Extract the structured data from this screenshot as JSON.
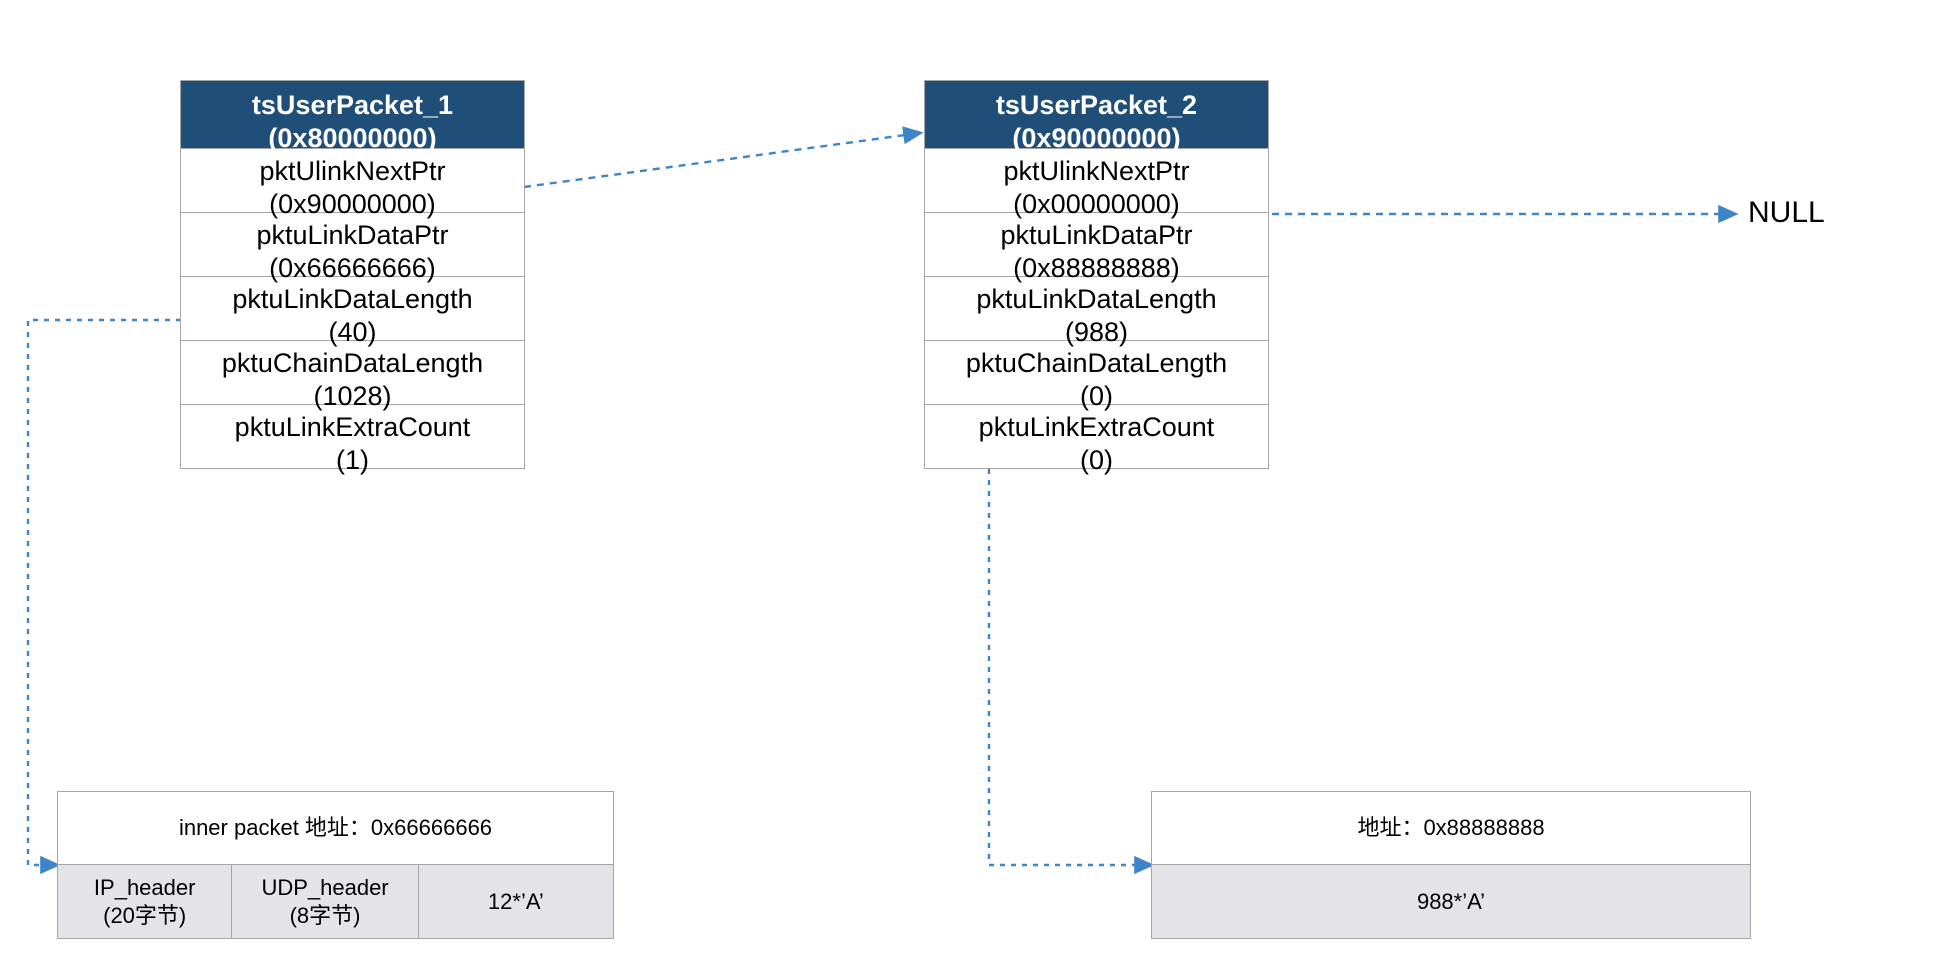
{
  "diagram": {
    "accent_color": "#3d85c8",
    "header_color": "#1f4e79",
    "cell_fill_color": "#e3e3e8",
    "border_color": "#a6a6a6"
  },
  "packet1": {
    "title": "tsUserPacket_1",
    "address": "(0x80000000)",
    "fields": [
      {
        "name": "pktUlinkNextPtr",
        "value": "(0x90000000)"
      },
      {
        "name": "pktuLinkDataPtr",
        "value": "(0x66666666)"
      },
      {
        "name": "pktuLinkDataLength",
        "value": "(40)"
      },
      {
        "name": "pktuChainDataLength",
        "value": "(1028)"
      },
      {
        "name": "pktuLinkExtraCount",
        "value": "(1)"
      }
    ]
  },
  "packet2": {
    "title": "tsUserPacket_2",
    "address": "(0x90000000)",
    "fields": [
      {
        "name": "pktUlinkNextPtr",
        "value": "(0x00000000)"
      },
      {
        "name": "pktuLinkDataPtr",
        "value": "(0x88888888)"
      },
      {
        "name": "pktuLinkDataLength",
        "value": "(988)"
      },
      {
        "name": "pktuChainDataLength",
        "value": "(0)"
      },
      {
        "name": "pktuLinkExtraCount",
        "value": "(0)"
      }
    ]
  },
  "buffer1": {
    "title": "inner packet 地址：0x66666666",
    "cells": [
      {
        "label": "IP_header",
        "sublabel": "(20字节)"
      },
      {
        "label": "UDP_header",
        "sublabel": "(8字节)"
      },
      {
        "label": "12*’A’",
        "sublabel": ""
      }
    ]
  },
  "buffer2": {
    "title": "地址：0x88888888",
    "cells": [
      {
        "label": "988*’A’",
        "sublabel": ""
      }
    ]
  },
  "labels": {
    "null": "NULL"
  }
}
